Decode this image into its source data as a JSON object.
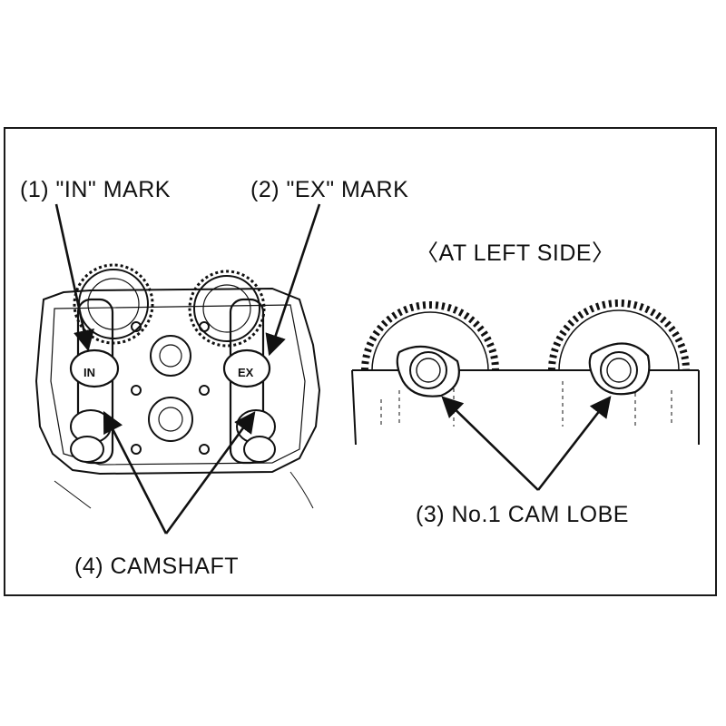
{
  "figure": {
    "side_view_caption": "〈AT LEFT SIDE〉",
    "labels": {
      "in_mark": "(1) \"IN\" MARK",
      "ex_mark": "(2) \"EX\" MARK",
      "cam_lobe": "(3) No.1 CAM LOBE",
      "camshaft": "(4) CAMSHAFT"
    },
    "engraved_marks": {
      "intake": "IN",
      "exhaust": "EX"
    },
    "colors": {
      "ink": "#111111",
      "paper": "#ffffff"
    }
  }
}
